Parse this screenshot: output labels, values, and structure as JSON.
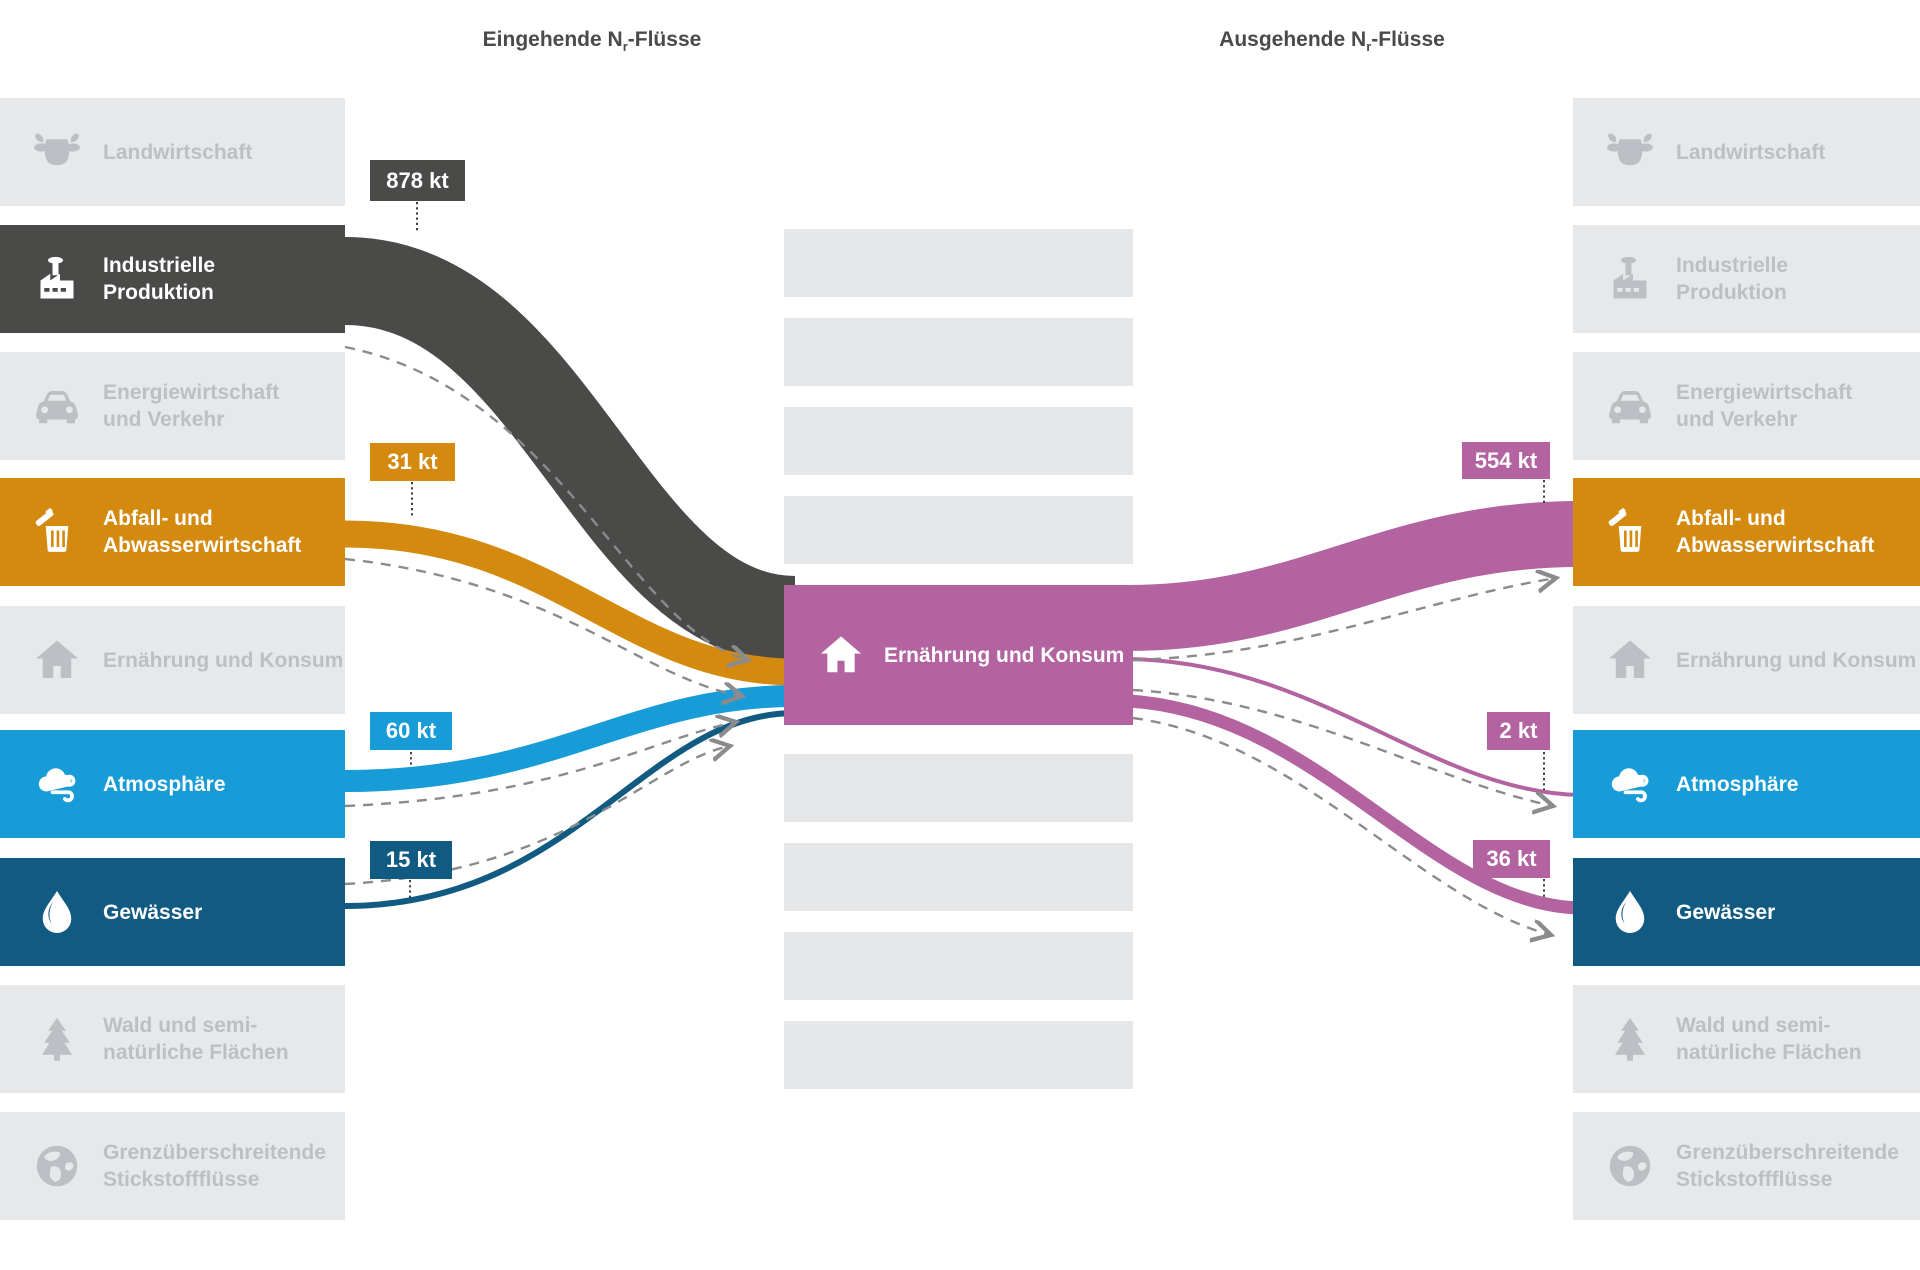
{
  "colors": {
    "dark_gray": "#4a4a49",
    "orange": "#d4890f",
    "light_blue": "#189cd8",
    "dark_blue": "#115b82",
    "magenta": "#b263a0",
    "inactive_bg": "#e7e8ea",
    "inactive_fg": "#bcc0c4",
    "center_placeholder_bg": "#e6e7e9",
    "header_fg": "#4a4a49",
    "arrow_gray": "#8a8b8c"
  },
  "headers": {
    "incoming": {
      "prefix": "Eingehende N",
      "sub": "r",
      "suffix": "-Flüsse"
    },
    "outgoing": {
      "prefix": "Ausgehende N",
      "sub": "r",
      "suffix": "-Flüsse"
    }
  },
  "center_node": {
    "label": "Ernährung und Konsum",
    "icon": "house-icon"
  },
  "sectors": [
    {
      "lines": [
        "Landwirtschaft"
      ],
      "icon": "cow-icon"
    },
    {
      "lines": [
        "Industrielle",
        "Produktion"
      ],
      "icon": "factory-icon"
    },
    {
      "lines": [
        "Energiewirtschaft",
        "und Verkehr"
      ],
      "icon": "car-icon"
    },
    {
      "lines": [
        "Abfall- und",
        "Abwasserwirtschaft"
      ],
      "icon": "trash-icon"
    },
    {
      "lines": [
        "Ernährung und Konsum"
      ],
      "icon": "house-icon"
    },
    {
      "lines": [
        "Atmosphäre"
      ],
      "icon": "cloud-wind-icon"
    },
    {
      "lines": [
        "Gewässer"
      ],
      "icon": "water-drop-icon"
    },
    {
      "lines": [
        "Wald und semi-",
        "natürliche Flächen"
      ],
      "icon": "tree-icon"
    },
    {
      "lines": [
        "Grenzüberschreitende",
        "Stickstoffflüsse"
      ],
      "icon": "globe-icon"
    }
  ],
  "flow_data": {
    "type": "sankey",
    "unit": "kt",
    "center": "Ernährung und Konsum",
    "flows_in": [
      {
        "label": "878 kt",
        "value": 878,
        "from": "Industrielle Produktion",
        "color": "#4a4a49"
      },
      {
        "label": "31 kt",
        "value": 31,
        "from": "Abfall- und Abwasserwirtschaft",
        "color": "#d4890f"
      },
      {
        "label": "60 kt",
        "value": 60,
        "from": "Atmosphäre",
        "color": "#189cd8"
      },
      {
        "label": "15 kt",
        "value": 15,
        "from": "Gewässer",
        "color": "#115b82"
      }
    ],
    "flows_out": [
      {
        "label": "554 kt",
        "value": 554,
        "to": "Abfall- und Abwasserwirtschaft",
        "color": "#b263a0"
      },
      {
        "label": "2 kt",
        "value": 2,
        "to": "Atmosphäre",
        "color": "#b263a0"
      },
      {
        "label": "36 kt",
        "value": 36,
        "to": "Gewässer",
        "color": "#b263a0"
      }
    ]
  }
}
